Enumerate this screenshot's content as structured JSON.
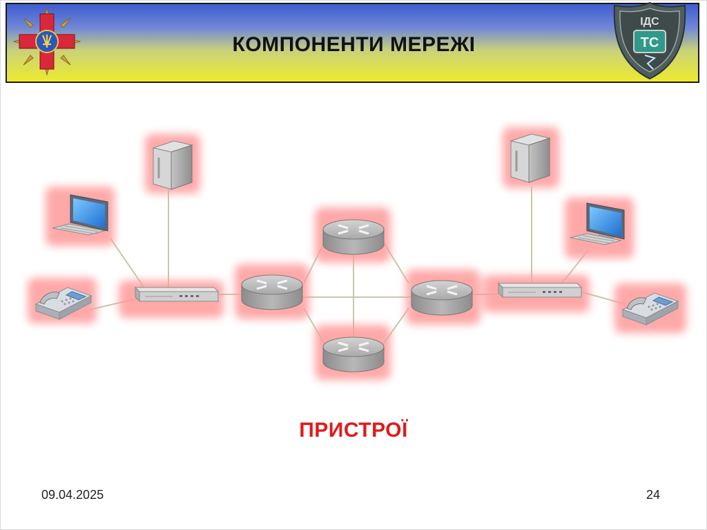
{
  "title": "КОМПОНЕНТИ МЕРЕЖІ",
  "caption": "ПРИСТРОЇ",
  "footer": {
    "date": "09.04.2025",
    "page": "24"
  },
  "emblems": {
    "left": {
      "icon": "armed-forces-emblem-icon"
    },
    "right": {
      "icon": "shield-emblem-icon",
      "text_top": "ІДС",
      "text_mid": "ТС"
    }
  },
  "diagram": {
    "highlight_color": "#ff9a9a",
    "line_color": "#c8c8a8",
    "nodes": [
      {
        "id": "server-left",
        "icon": "server-icon"
      },
      {
        "id": "pc-left",
        "icon": "computer-icon"
      },
      {
        "id": "phone-left",
        "icon": "phone-icon"
      },
      {
        "id": "switch-left",
        "icon": "switch-icon"
      },
      {
        "id": "router-left",
        "icon": "router-icon"
      },
      {
        "id": "router-top",
        "icon": "router-icon"
      },
      {
        "id": "router-bottom",
        "icon": "router-icon"
      },
      {
        "id": "router-right",
        "icon": "router-icon"
      },
      {
        "id": "switch-right",
        "icon": "switch-icon"
      },
      {
        "id": "server-right",
        "icon": "server-icon"
      },
      {
        "id": "pc-right",
        "icon": "computer-icon"
      },
      {
        "id": "phone-right",
        "icon": "phone-icon"
      }
    ]
  }
}
